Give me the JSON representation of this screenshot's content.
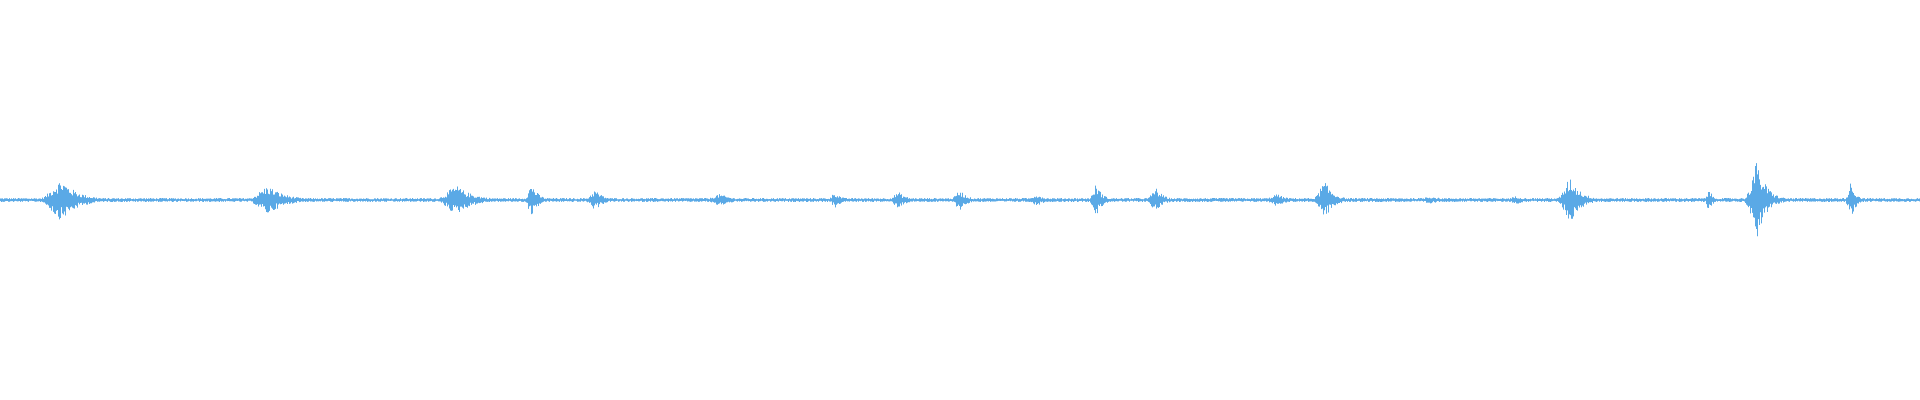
{
  "waveform": {
    "color": "#5aa9e6",
    "background": "#ffffff",
    "baseline_amplitude": 0.01,
    "duration_fraction_bursts": [
      {
        "center": 0.032,
        "width": 0.04,
        "amplitude": 0.1
      },
      {
        "center": 0.14,
        "width": 0.04,
        "amplitude": 0.07
      },
      {
        "center": 0.238,
        "width": 0.04,
        "amplitude": 0.07
      },
      {
        "center": 0.277,
        "width": 0.015,
        "amplitude": 0.08
      },
      {
        "center": 0.31,
        "width": 0.02,
        "amplitude": 0.05
      },
      {
        "center": 0.375,
        "width": 0.03,
        "amplitude": 0.03
      },
      {
        "center": 0.435,
        "width": 0.015,
        "amplitude": 0.04
      },
      {
        "center": 0.468,
        "width": 0.02,
        "amplitude": 0.04
      },
      {
        "center": 0.5,
        "width": 0.018,
        "amplitude": 0.05
      },
      {
        "center": 0.54,
        "width": 0.02,
        "amplitude": 0.03
      },
      {
        "center": 0.571,
        "width": 0.014,
        "amplitude": 0.08
      },
      {
        "center": 0.602,
        "width": 0.018,
        "amplitude": 0.06
      },
      {
        "center": 0.665,
        "width": 0.025,
        "amplitude": 0.03
      },
      {
        "center": 0.69,
        "width": 0.022,
        "amplitude": 0.09
      },
      {
        "center": 0.745,
        "width": 0.03,
        "amplitude": 0.02
      },
      {
        "center": 0.79,
        "width": 0.025,
        "amplitude": 0.02
      },
      {
        "center": 0.818,
        "width": 0.025,
        "amplitude": 0.11
      },
      {
        "center": 0.89,
        "width": 0.008,
        "amplitude": 0.06
      },
      {
        "center": 0.915,
        "width": 0.022,
        "amplitude": 0.19
      },
      {
        "center": 0.964,
        "width": 0.012,
        "amplitude": 0.09
      }
    ]
  }
}
